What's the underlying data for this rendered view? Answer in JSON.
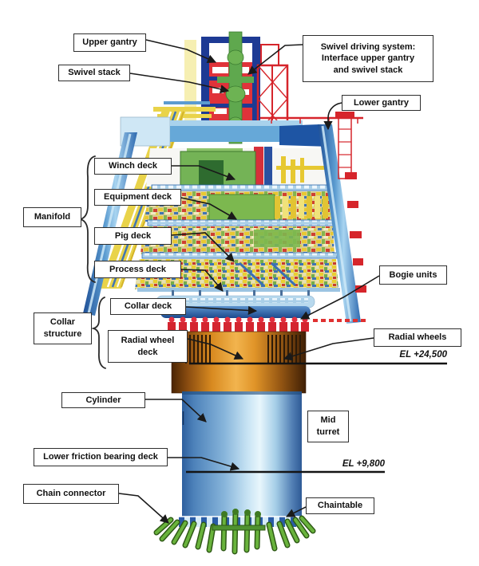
{
  "diagram": {
    "subject": "Mid turret structure cross-section with component callouts",
    "labels": {
      "upper_gantry": "Upper gantry",
      "swivel_stack": "Swivel stack",
      "swivel_driving_system": "Swivel driving system:\nInterface upper gantry\nand swivel stack",
      "lower_gantry": "Lower gantry",
      "winch_deck": "Winch deck",
      "equipment_deck": "Equipment deck",
      "manifold": "Manifold",
      "pig_deck": "Pig deck",
      "process_deck": "Process deck",
      "bogie_units": "Bogie units",
      "collar_deck": "Collar deck",
      "collar_structure": "Collar\nstructure",
      "radial_wheel_deck": "Radial wheel\ndeck",
      "radial_wheels": "Radial wheels",
      "cylinder": "Cylinder",
      "mid_turret": "Mid\nturret",
      "lower_friction_bearing_deck": "Lower friction bearing deck",
      "chain_connector": "Chain connector",
      "chaintable": "Chaintable"
    },
    "elevations": {
      "radial_wheel_level": "EL +24,500",
      "lower_bearing_level": "EL +9,800"
    },
    "colors": {
      "gantry_blue": "#1d3a94",
      "lattice_red": "#d6252b",
      "swivel_green": "#5fa84e",
      "leg_blue": "#5b9bd0",
      "deck_yellow": "#e8c832",
      "copper_band": "#d88a20",
      "cylinder_blue": "#86b4da",
      "chain_green": "#69b33c",
      "label_border": "#2e2e2e"
    }
  }
}
